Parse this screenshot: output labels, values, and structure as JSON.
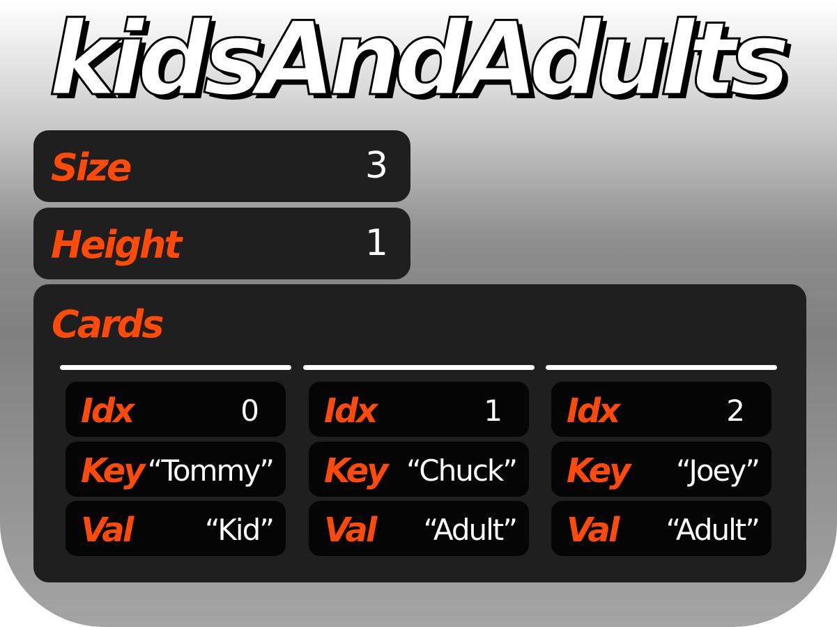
{
  "title": "kidsAndAdults",
  "fields": {
    "size": {
      "label": "Size",
      "value": "3"
    },
    "height": {
      "label": "Height",
      "value": "1"
    }
  },
  "cards": {
    "label": "Cards",
    "items": [
      {
        "idx_label": "Idx",
        "idx": "0",
        "key_label": "Key",
        "key": "“Tommy”",
        "val_label": "Val",
        "val": "“Kid”"
      },
      {
        "idx_label": "Idx",
        "idx": "1",
        "key_label": "Key",
        "key": "“Chuck”",
        "val_label": "Val",
        "val": "“Adult”"
      },
      {
        "idx_label": "Idx",
        "idx": "2",
        "key_label": "Key",
        "key": "“Joey”",
        "val_label": "Val",
        "val": "“Adult”"
      }
    ]
  },
  "colors": {
    "accent": "#ff4a0a",
    "panel": "#1f1f1f",
    "row": "#050505",
    "text": "#ffffff"
  }
}
